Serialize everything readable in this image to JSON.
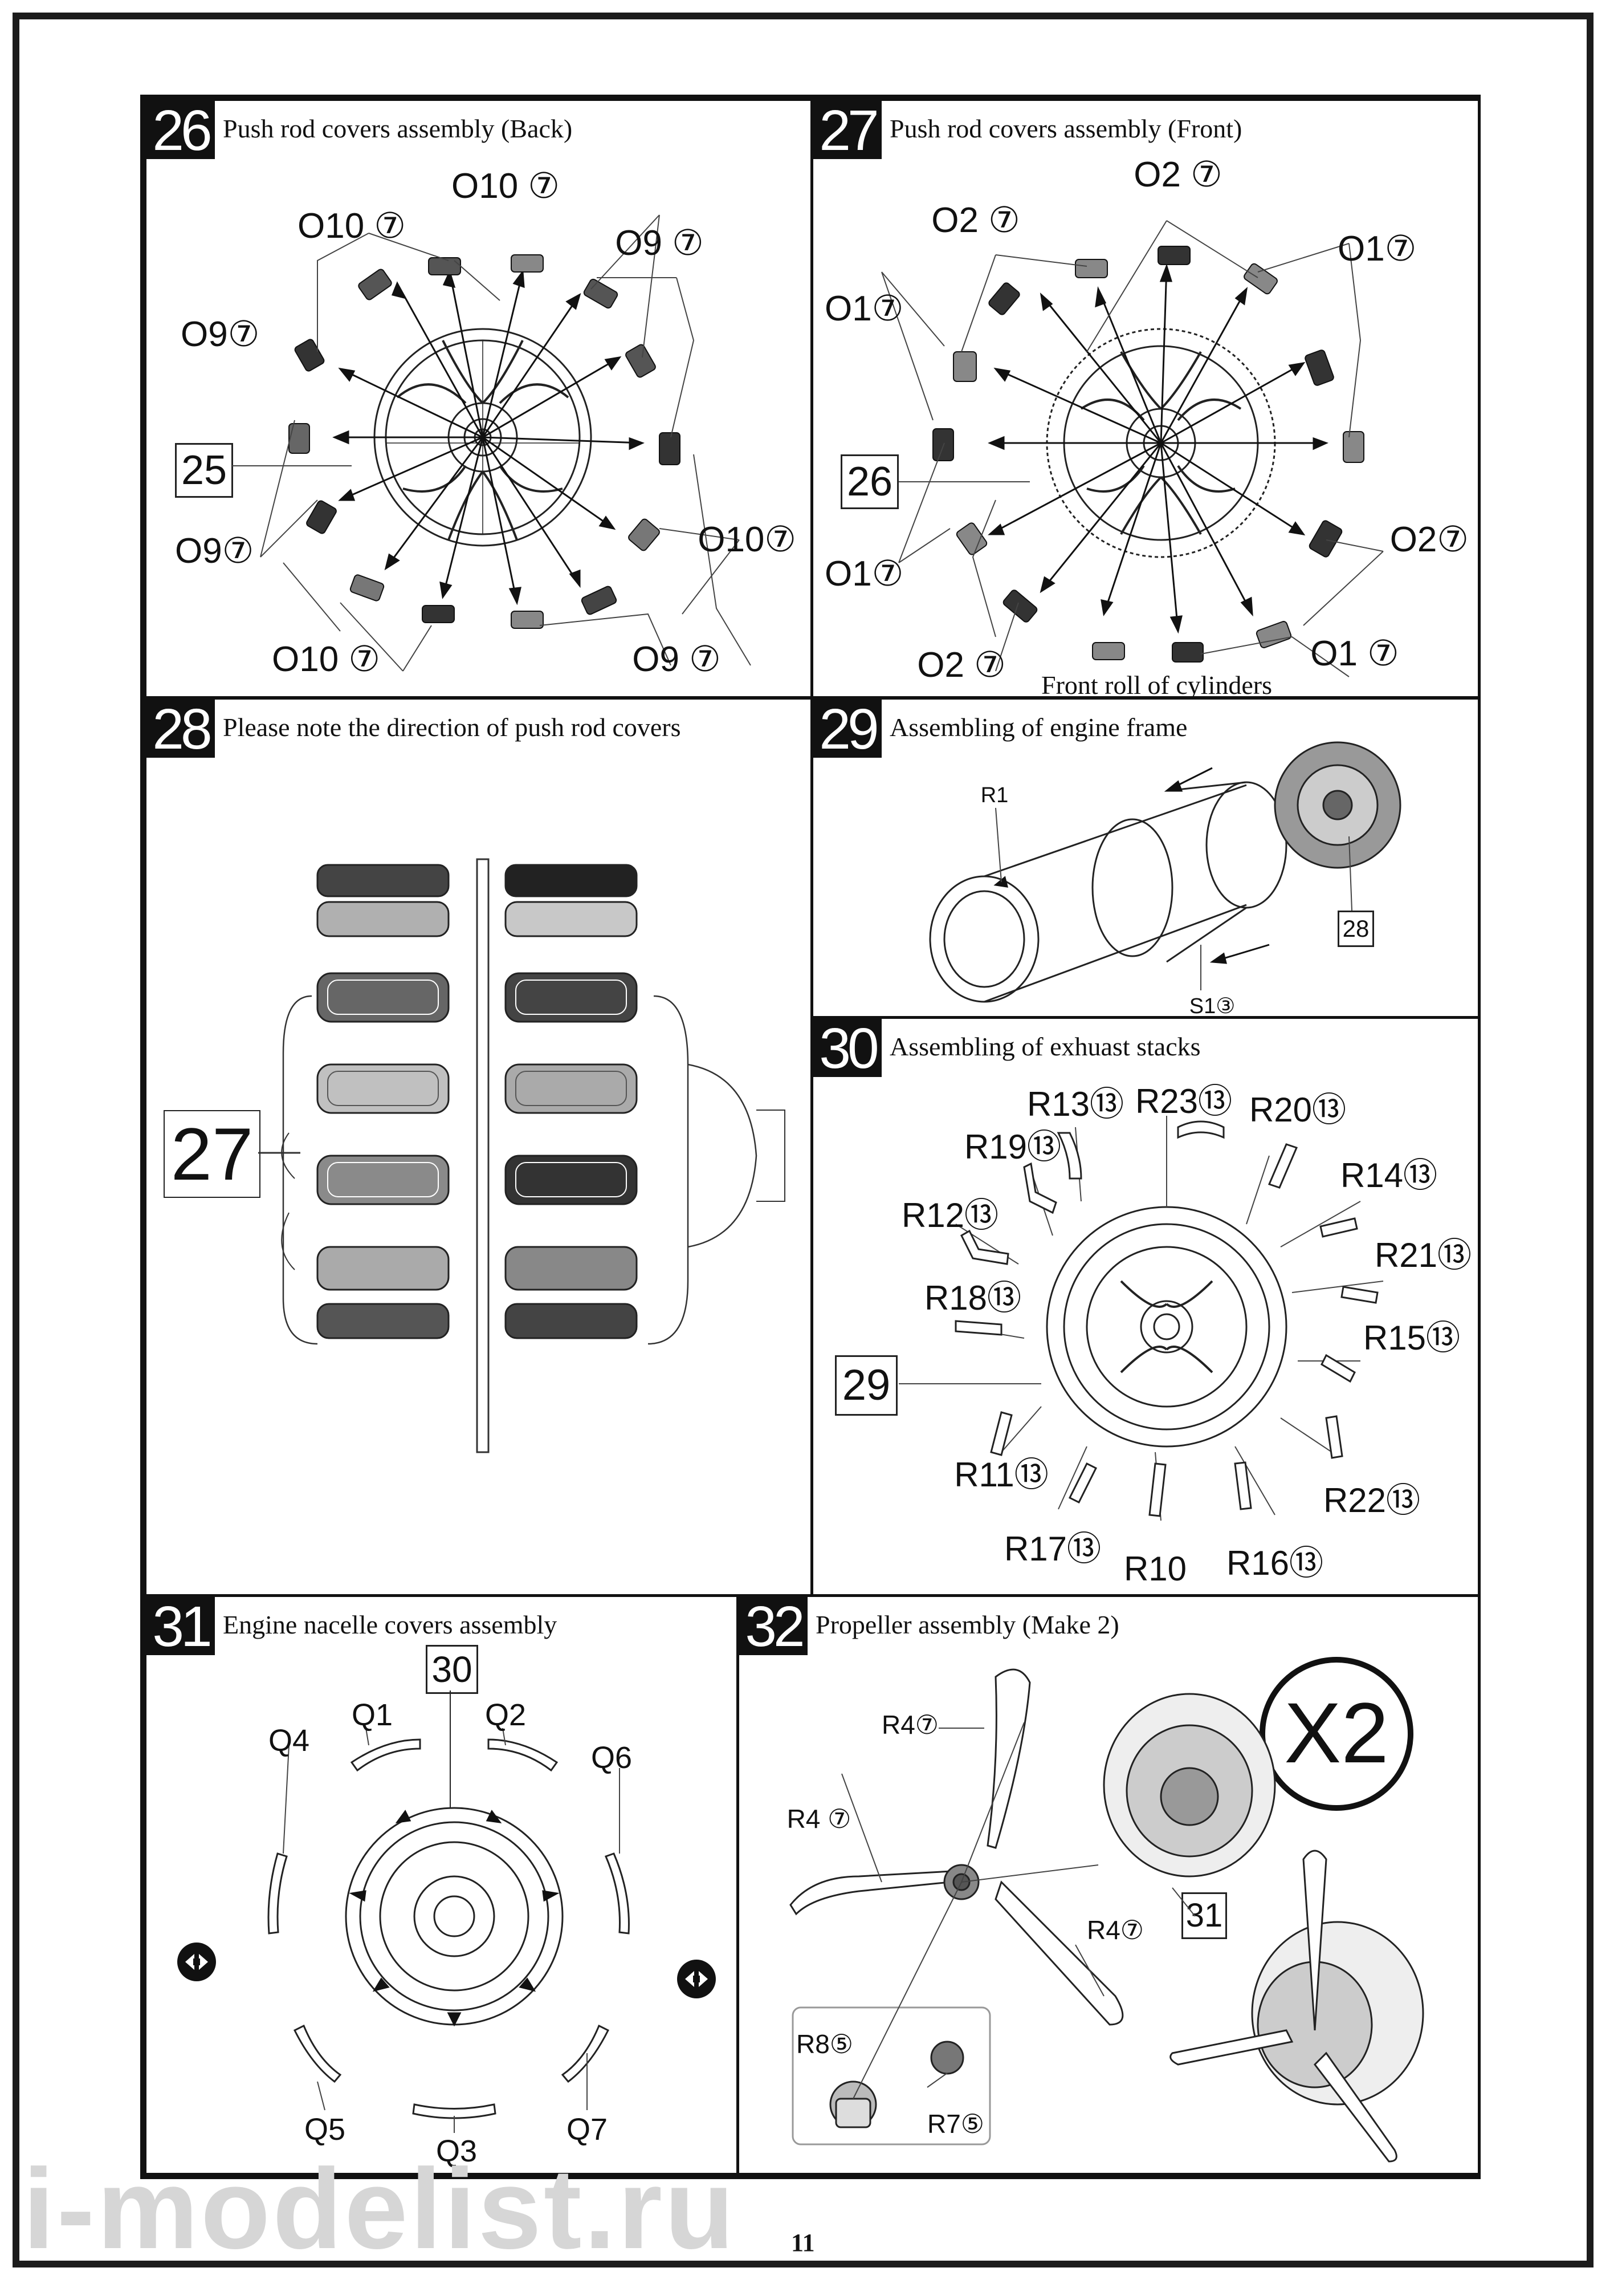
{
  "page_number": "11",
  "watermark": "i-modelist.ru",
  "steps": [
    {
      "number": "26",
      "title": "Push rod covers assembly (Back)",
      "ref": "25",
      "labels": [
        "O10 ⑦",
        "O10 ⑦",
        "O9 ⑦",
        "O9⑦",
        "O9⑦",
        "O10 ⑦",
        "O10⑦",
        "O9 ⑦"
      ]
    },
    {
      "number": "27",
      "title": "Push rod covers assembly (Front)",
      "ref": "26",
      "labels": [
        "O2 ⑦",
        "O2 ⑦",
        "O1⑦",
        "O1⑦",
        "O1⑦",
        "O2 ⑦",
        "O2⑦",
        "O1 ⑦"
      ],
      "note": "Front roll of cylinders"
    },
    {
      "number": "28",
      "title": "Please note the direction of push rod covers",
      "ref": "27"
    },
    {
      "number": "29",
      "title": "Assembling of engine frame",
      "ref": "28",
      "labels": [
        "R1",
        "S1③"
      ]
    },
    {
      "number": "30",
      "title": "Assembling of exhuast stacks",
      "ref": "29",
      "labels": [
        "R13⑬",
        "R23⑬",
        "R20⑬",
        "R19⑬",
        "R14⑬",
        "R12⑬",
        "R21⑬",
        "R18⑬",
        "R15⑬",
        "R11⑬",
        "R22⑬",
        "R17⑬",
        "R10",
        "R16⑬"
      ]
    },
    {
      "number": "31",
      "title": "Engine nacelle covers assembly",
      "ref": "30",
      "labels": [
        "Q1",
        "Q2",
        "Q4",
        "Q6",
        "Q5",
        "Q7",
        "Q3"
      ]
    },
    {
      "number": "32",
      "title": "Propeller assembly (Make 2)",
      "ref": "31",
      "badge": "X2",
      "labels": [
        "R4⑦",
        "R4 ⑦",
        "R4⑦",
        "R8⑤",
        "R7⑤"
      ]
    }
  ],
  "colors": {
    "ink": "#111111",
    "part_dark": "#3a3a3a",
    "part_mid": "#7a7a7a",
    "part_light": "#b5b5b5"
  }
}
